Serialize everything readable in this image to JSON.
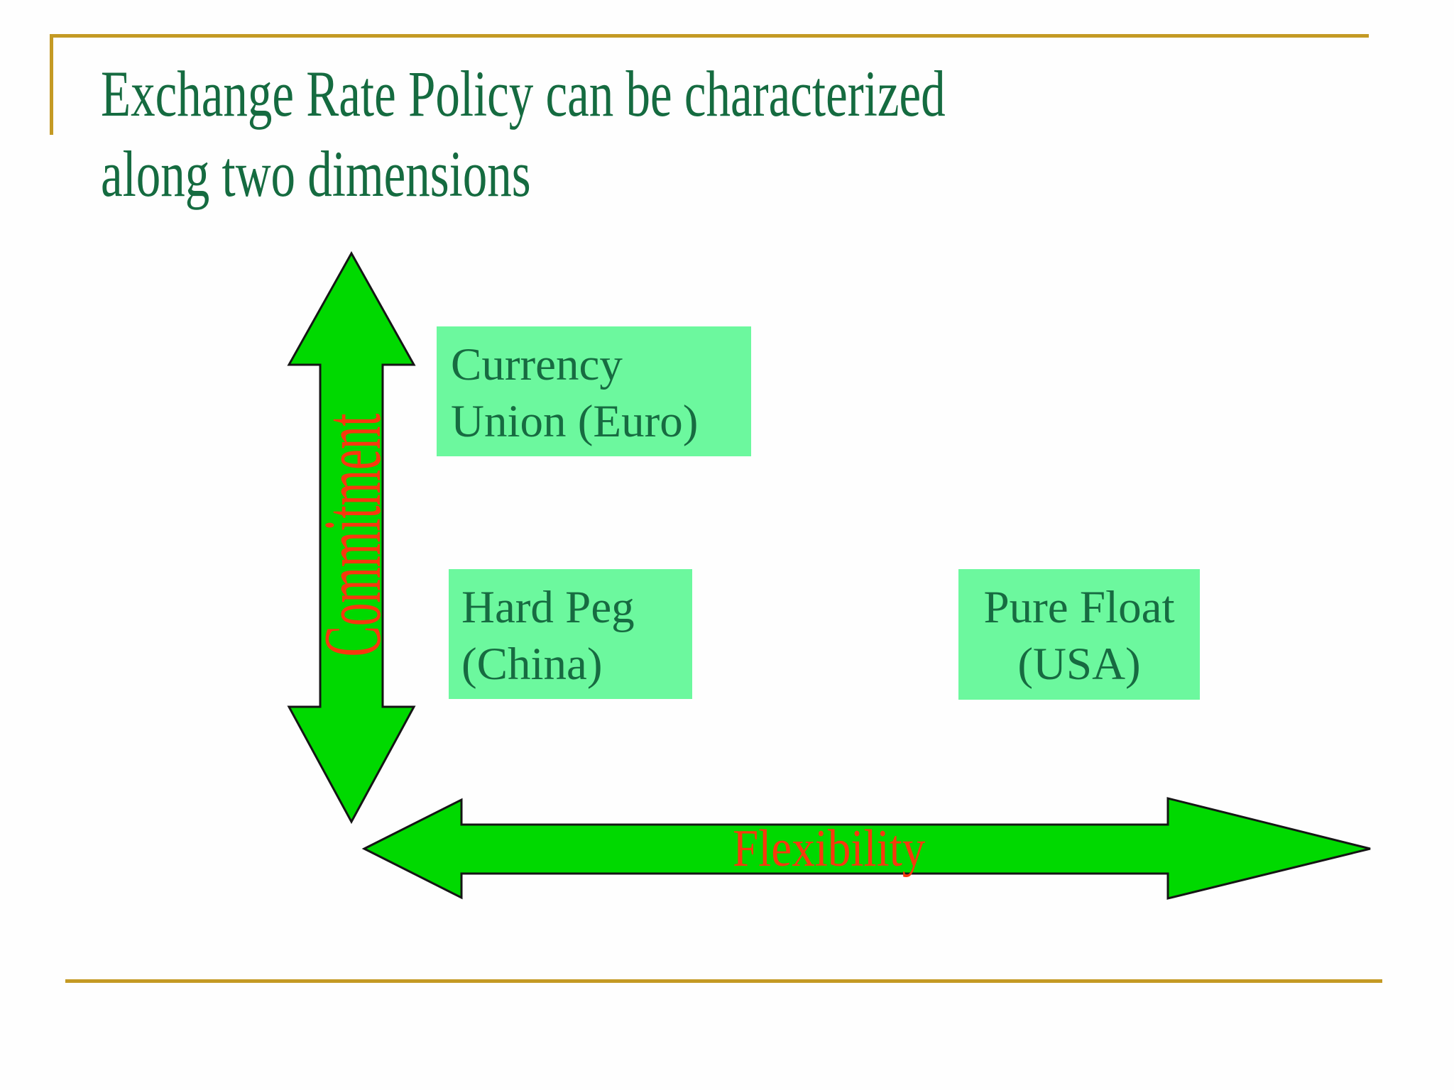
{
  "slide": {
    "title": {
      "line1": "Exchange Rate Policy can be characterized",
      "line2": "along two dimensions"
    },
    "axes": {
      "vertical_label": "Commitment",
      "horizontal_label": "Flexibility"
    },
    "boxes": {
      "currency_union": {
        "line1": "Currency",
        "line2": "Union (Euro)"
      },
      "hard_peg": {
        "line1": "Hard Peg",
        "line2": "(China)"
      },
      "pure_float": {
        "line1": "Pure Float",
        "line2": "(USA)"
      }
    },
    "colors": {
      "title_green": "#156b40",
      "box_text_green": "#176b41",
      "box_fill_green": "#6cf89e",
      "arrow_green": "#00d900",
      "arrow_outline": "#151515",
      "axis_label_red": "#f8380e",
      "border_gold": "#c49a24"
    }
  }
}
